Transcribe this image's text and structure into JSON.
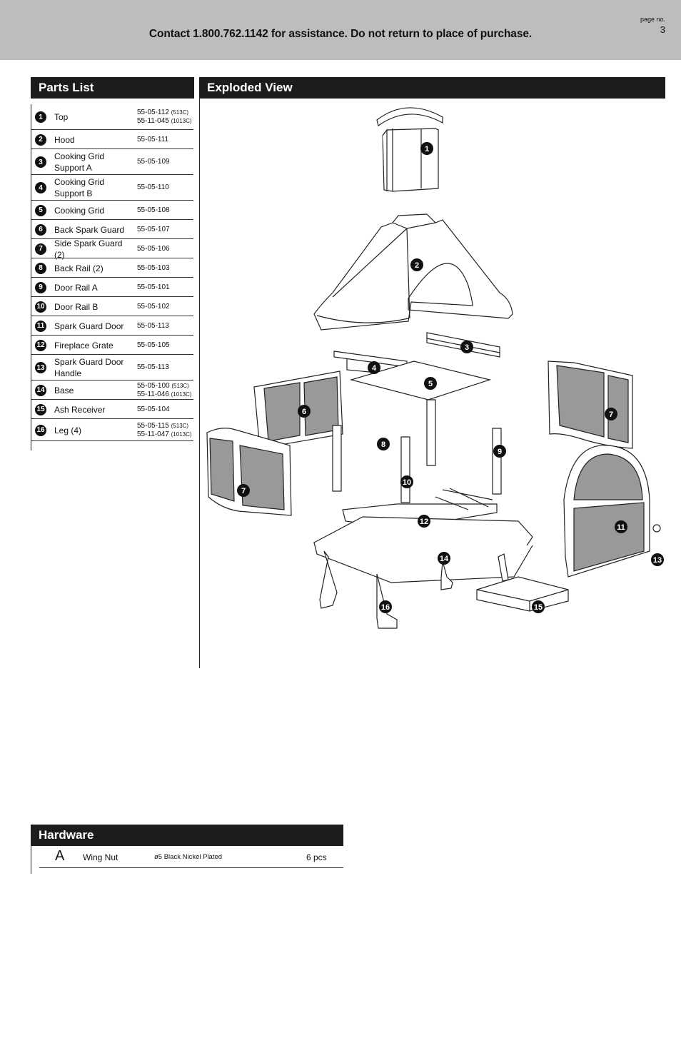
{
  "header": {
    "contact": "Contact 1.800.762.1142 for assistance. Do not return to place of purchase.",
    "page_label": "page no.",
    "page_number": "3"
  },
  "parts_list": {
    "title": "Parts List",
    "items": [
      {
        "num": "1",
        "name": "Top",
        "codes": [
          {
            "code": "55-05-112",
            "note": "(513C)"
          },
          {
            "code": "55-11-045",
            "note": "(1013C)"
          }
        ]
      },
      {
        "num": "2",
        "name": "Hood",
        "codes": [
          {
            "code": "55-05-111",
            "note": ""
          }
        ]
      },
      {
        "num": "3",
        "name": "Cooking Grid Support A",
        "codes": [
          {
            "code": "55-05-109",
            "note": ""
          }
        ]
      },
      {
        "num": "4",
        "name": "Cooking Grid Support B",
        "codes": [
          {
            "code": "55-05-110",
            "note": ""
          }
        ]
      },
      {
        "num": "5",
        "name": "Cooking Grid",
        "codes": [
          {
            "code": "55-05-108",
            "note": ""
          }
        ]
      },
      {
        "num": "6",
        "name": "Back Spark Guard",
        "codes": [
          {
            "code": "55-05-107",
            "note": ""
          }
        ]
      },
      {
        "num": "7",
        "name": "Side Spark Guard (2)",
        "codes": [
          {
            "code": "55-05-106",
            "note": ""
          }
        ]
      },
      {
        "num": "8",
        "name": "Back Rail (2)",
        "codes": [
          {
            "code": "55-05-103",
            "note": ""
          }
        ]
      },
      {
        "num": "9",
        "name": "Door Rail A",
        "codes": [
          {
            "code": "55-05-101",
            "note": ""
          }
        ]
      },
      {
        "num": "10",
        "name": "Door Rail B",
        "codes": [
          {
            "code": "55-05-102",
            "note": ""
          }
        ]
      },
      {
        "num": "11",
        "name": "Spark Guard Door",
        "codes": [
          {
            "code": "55-05-113",
            "note": ""
          }
        ]
      },
      {
        "num": "12",
        "name": "Fireplace Grate",
        "codes": [
          {
            "code": "55-05-105",
            "note": ""
          }
        ]
      },
      {
        "num": "13",
        "name": "Spark Guard Door Handle",
        "codes": [
          {
            "code": "55-05-113",
            "note": ""
          }
        ]
      },
      {
        "num": "14",
        "name": "Base",
        "codes": [
          {
            "code": "55-05-100",
            "note": "(513C)"
          },
          {
            "code": "55-11-046",
            "note": "(1013C)"
          }
        ]
      },
      {
        "num": "15",
        "name": "Ash Receiver",
        "codes": [
          {
            "code": "55-05-104",
            "note": ""
          }
        ]
      },
      {
        "num": "16",
        "name": "Leg (4)",
        "codes": [
          {
            "code": "55-05-115",
            "note": "(513C)"
          },
          {
            "code": "55-11-047",
            "note": "(1013C)"
          }
        ]
      }
    ]
  },
  "exploded_view": {
    "title": "Exploded View",
    "callouts": [
      "1",
      "2",
      "3",
      "4",
      "5",
      "6",
      "7",
      "8",
      "9",
      "10",
      "11",
      "12",
      "13",
      "14",
      "15",
      "16",
      "7"
    ]
  },
  "hardware": {
    "title": "Hardware",
    "items": [
      {
        "letter": "A",
        "name": "Wing Nut",
        "spec": "ø5 Black Nickel Plated",
        "qty": "6 pcs"
      }
    ]
  }
}
